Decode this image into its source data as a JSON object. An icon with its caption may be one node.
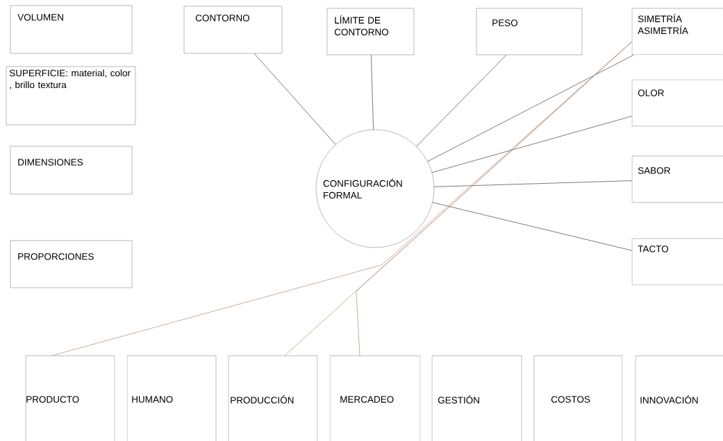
{
  "diagram": {
    "nodes": [
      {
        "text": [
          "VOLUMEN"
        ]
      },
      {
        "text": [
          "SUPERFICIE: material, color , brillo textura"
        ]
      },
      {
        "text": [
          "DIMENSIONES"
        ]
      },
      {
        "text": [
          "PROPORCIONES"
        ]
      },
      {
        "text": [
          "CONTORNO"
        ]
      },
      {
        "text": [
          "LÍMITE DE CONTORNO"
        ]
      },
      {
        "text": [
          "PESO"
        ]
      },
      {
        "text": [
          "SIMETRÍA ASIMETRÍA"
        ]
      },
      {
        "text": [
          "OLOR"
        ]
      },
      {
        "text": [
          "SABOR"
        ]
      },
      {
        "text": [
          "TACTO"
        ]
      },
      {
        "text": [
          "CONFIGURACIÓN FORMAL"
        ]
      },
      {
        "text": [
          "PRODUCTO"
        ]
      },
      {
        "text": [
          "HUMANO"
        ]
      },
      {
        "text": [
          "PRODUCCIÓN"
        ]
      },
      {
        "text": [
          "MERCADEO"
        ]
      },
      {
        "text": [
          "GESTIÓN"
        ]
      },
      {
        "text": [
          "COSTOS"
        ]
      },
      {
        "text": [
          "INNOVACIÓN"
        ]
      }
    ],
    "edges": [
      {
        "from": 11,
        "to": 4,
        "arrow": "none"
      },
      {
        "from": 11,
        "to": 5,
        "arrow": "none"
      },
      {
        "from": 11,
        "to": 6,
        "arrow": "none"
      },
      {
        "from": 11,
        "to": 7,
        "arrow": "none"
      },
      {
        "from": 11,
        "to": 8,
        "arrow": "none"
      },
      {
        "from": 11,
        "to": 9,
        "arrow": "none"
      },
      {
        "from": 11,
        "to": 10,
        "arrow": "none"
      },
      {
        "from": 7,
        "to": 14,
        "arrow": "none",
        "color": "#b58c6e"
      },
      {
        "from": 7,
        "to": 12,
        "arrow": "none",
        "color": "#b58c6e"
      },
      {
        "from": 7,
        "to": 15,
        "arrow": "none",
        "color": "#b58c6e"
      }
    ]
  }
}
